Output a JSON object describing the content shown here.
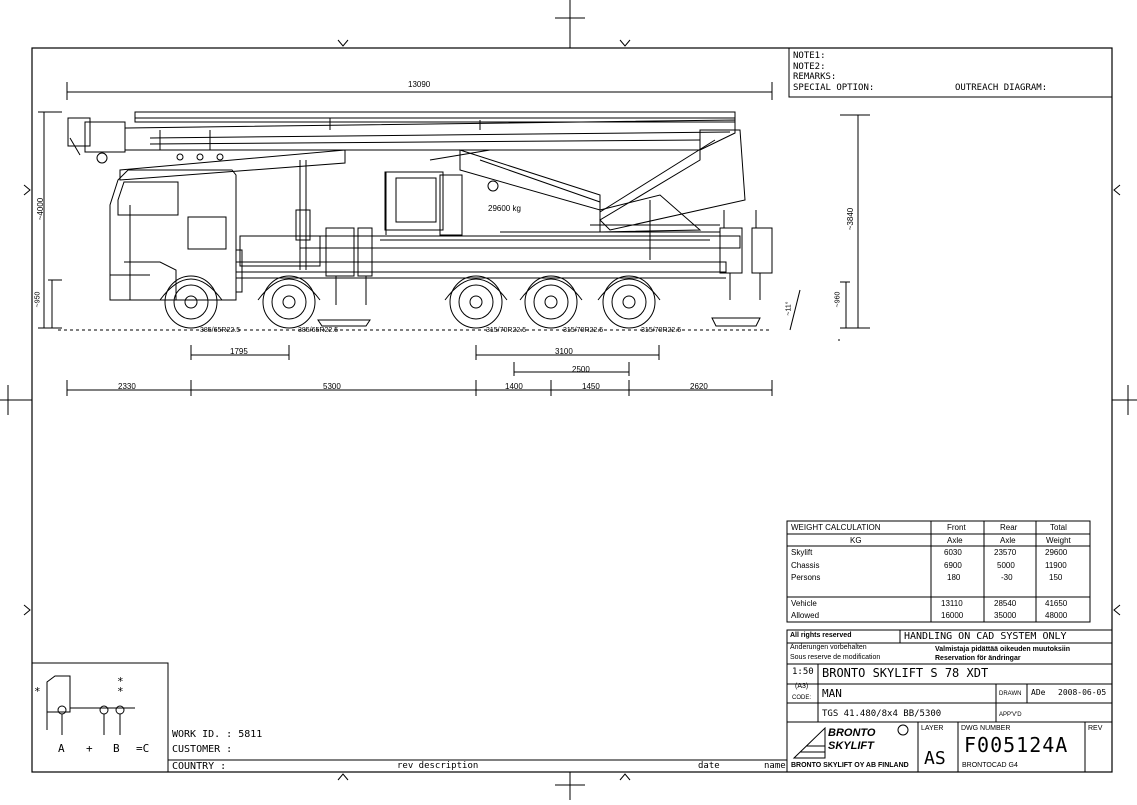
{
  "notes": {
    "note1": "NOTE1:",
    "note2": "NOTE2:",
    "remarks": "REMARKS:",
    "special_option": "SPECIAL OPTION:",
    "outreach": "OUTREACH DIAGRAM:"
  },
  "dimensions": {
    "overall_length": "13090",
    "height": "~4000",
    "height2": "~3840",
    "h950": "~950",
    "h960": "~960",
    "angle": "~11°",
    "weight": "29600 kg",
    "tyre1": "385/65R22.5",
    "tyre2": "385/65R22.5",
    "tyre3": "315/70R22.5",
    "tyre4": "315/70R22.5",
    "tyre5": "315/70R22.5",
    "d1795": "1795",
    "d3100": "3100",
    "d2500": "2500",
    "d2330": "2330",
    "d5300": "5300",
    "d1400": "1400",
    "d1450": "1450",
    "d2620": "2620"
  },
  "weight_table": {
    "header1": [
      "WEIGHT CALCULATION",
      "Front",
      "Rear",
      "Total"
    ],
    "header2": [
      "KG",
      "Axle",
      "Axle",
      "Weight"
    ],
    "rows": [
      [
        "Skylift",
        "6030",
        "23570",
        "29600"
      ],
      [
        "Chassis",
        "6900",
        "5000",
        "11900"
      ],
      [
        "Persons",
        "180",
        "-30",
        "150"
      ],
      [
        "",
        "",
        "",
        ""
      ],
      [
        "Vehicle",
        "13110",
        "28540",
        "41650"
      ],
      [
        "Allowed",
        "16000",
        "35000",
        "48000"
      ]
    ]
  },
  "legend": {
    "a": "A",
    "plus": "+",
    "b": "B",
    "eqc": "=C",
    "star": "*",
    "stars": "*\n*"
  },
  "bottom": {
    "work_id": "WORK ID. : 5811",
    "customer": "CUSTOMER   :",
    "country": "COUNTRY    :",
    "rev_description": "rev description",
    "date": "date",
    "name": "name"
  },
  "title_block": {
    "rights1": "All rights reserved",
    "rights2": "Änderungen vorbehalten",
    "rights3": "Sous reserve de modification",
    "handling": "HANDLING ON CAD SYSTEM ONLY",
    "reserved1": "Valmistaja pidättää oikeuden muutoksiin",
    "reserved2": "Reservation för ändringar",
    "scale": "1:50",
    "scale_sub": "(A3)",
    "code_label": "CODE:",
    "title": "BRONTO SKYLIFT S 78 XDT",
    "chassis": "MAN",
    "drawn_label": "DRAWN",
    "drawn_by": "ADe",
    "date": "2008-06-05",
    "model": "TGS 41.480/8x4 BB/5300",
    "appv_label": "APP'V'D",
    "logo_line1": "BRONTO",
    "logo_line2": "SKYLIFT",
    "company": "BRONTO SKYLIFT OY AB FINLAND",
    "layer_label": "LAYER",
    "layer": "AS",
    "dwg_label": "DWG NUMBER",
    "dwg_number": "F005124A",
    "rev_label": "REV",
    "cad": "BRONTOCAD G4"
  }
}
